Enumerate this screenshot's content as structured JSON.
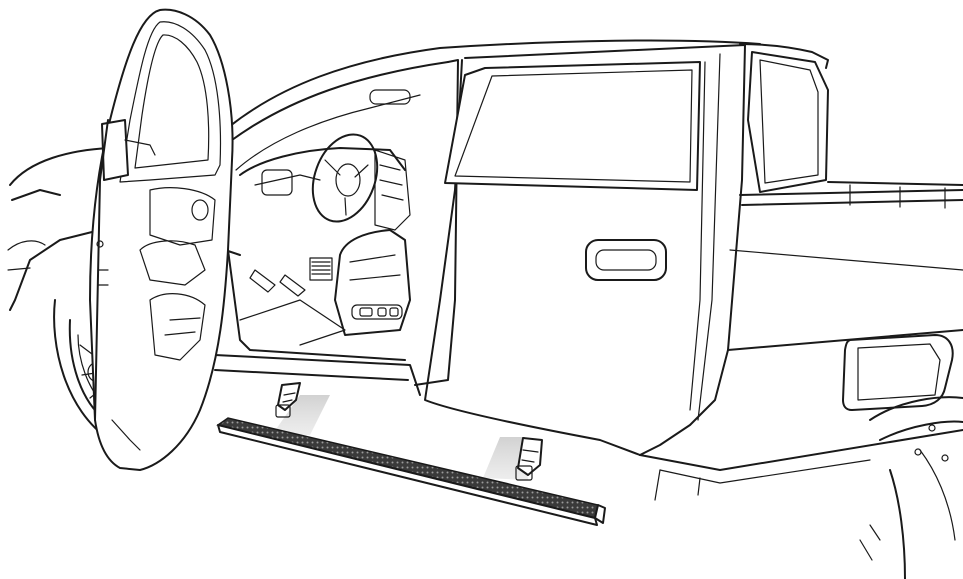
{
  "illustration": {
    "subject": "pickup-truck-with-powered-running-board",
    "style": "black-line-art",
    "colors": {
      "background": "#ffffff",
      "line": "#1a1a1a",
      "light_beam": "#d4d4d4",
      "step_surface": "#3a3a3a"
    },
    "light_beams": 2,
    "step_brackets": 2
  }
}
